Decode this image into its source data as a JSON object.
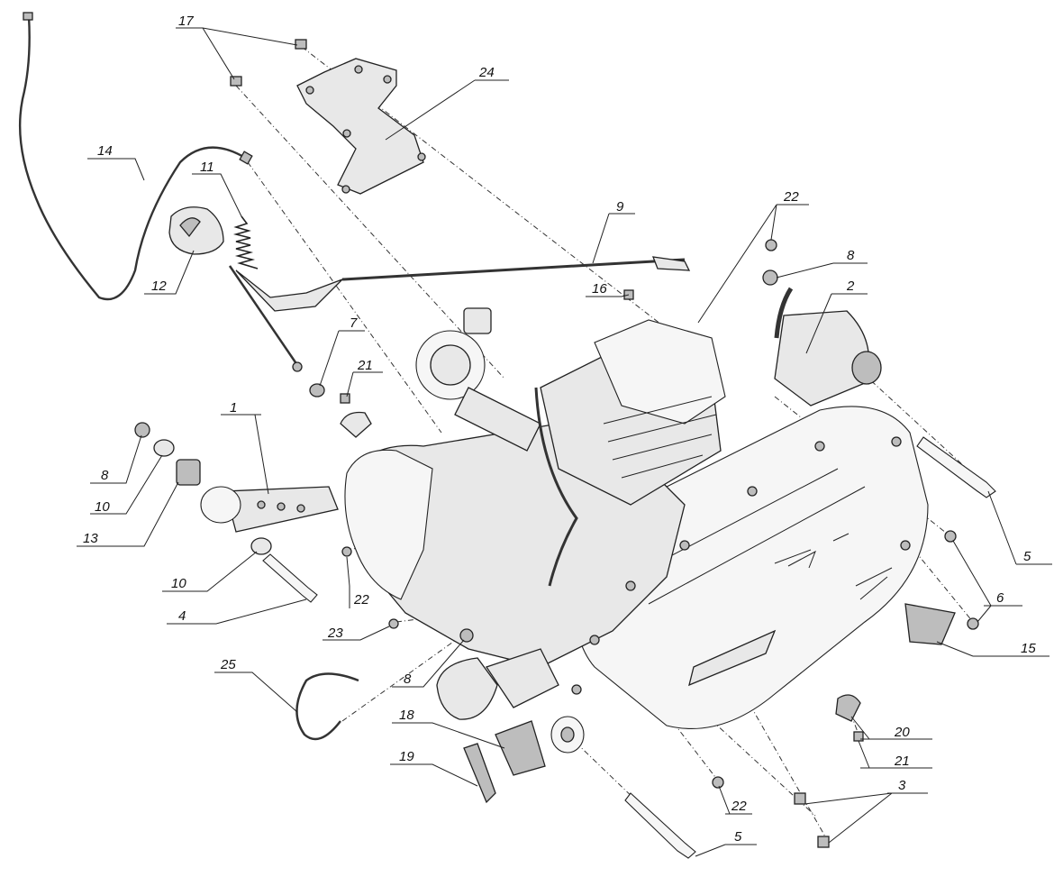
{
  "callouts": {
    "c1": "1",
    "c2": "2",
    "c3": "3",
    "c4": "4",
    "c5a": "5",
    "c5b": "5",
    "c6": "6",
    "c7": "7",
    "c8a": "8",
    "c8b": "8",
    "c8c": "8",
    "c9": "9",
    "c10a": "10",
    "c10b": "10",
    "c11": "11",
    "c12": "12",
    "c13": "13",
    "c14": "14",
    "c15": "15",
    "c16": "16",
    "c17": "17",
    "c18": "18",
    "c19": "19",
    "c20": "20",
    "c21a": "21",
    "c21b": "21",
    "c22a": "22",
    "c22b": "22",
    "c22c": "22",
    "c23": "23",
    "c24": "24",
    "c25": "25"
  }
}
